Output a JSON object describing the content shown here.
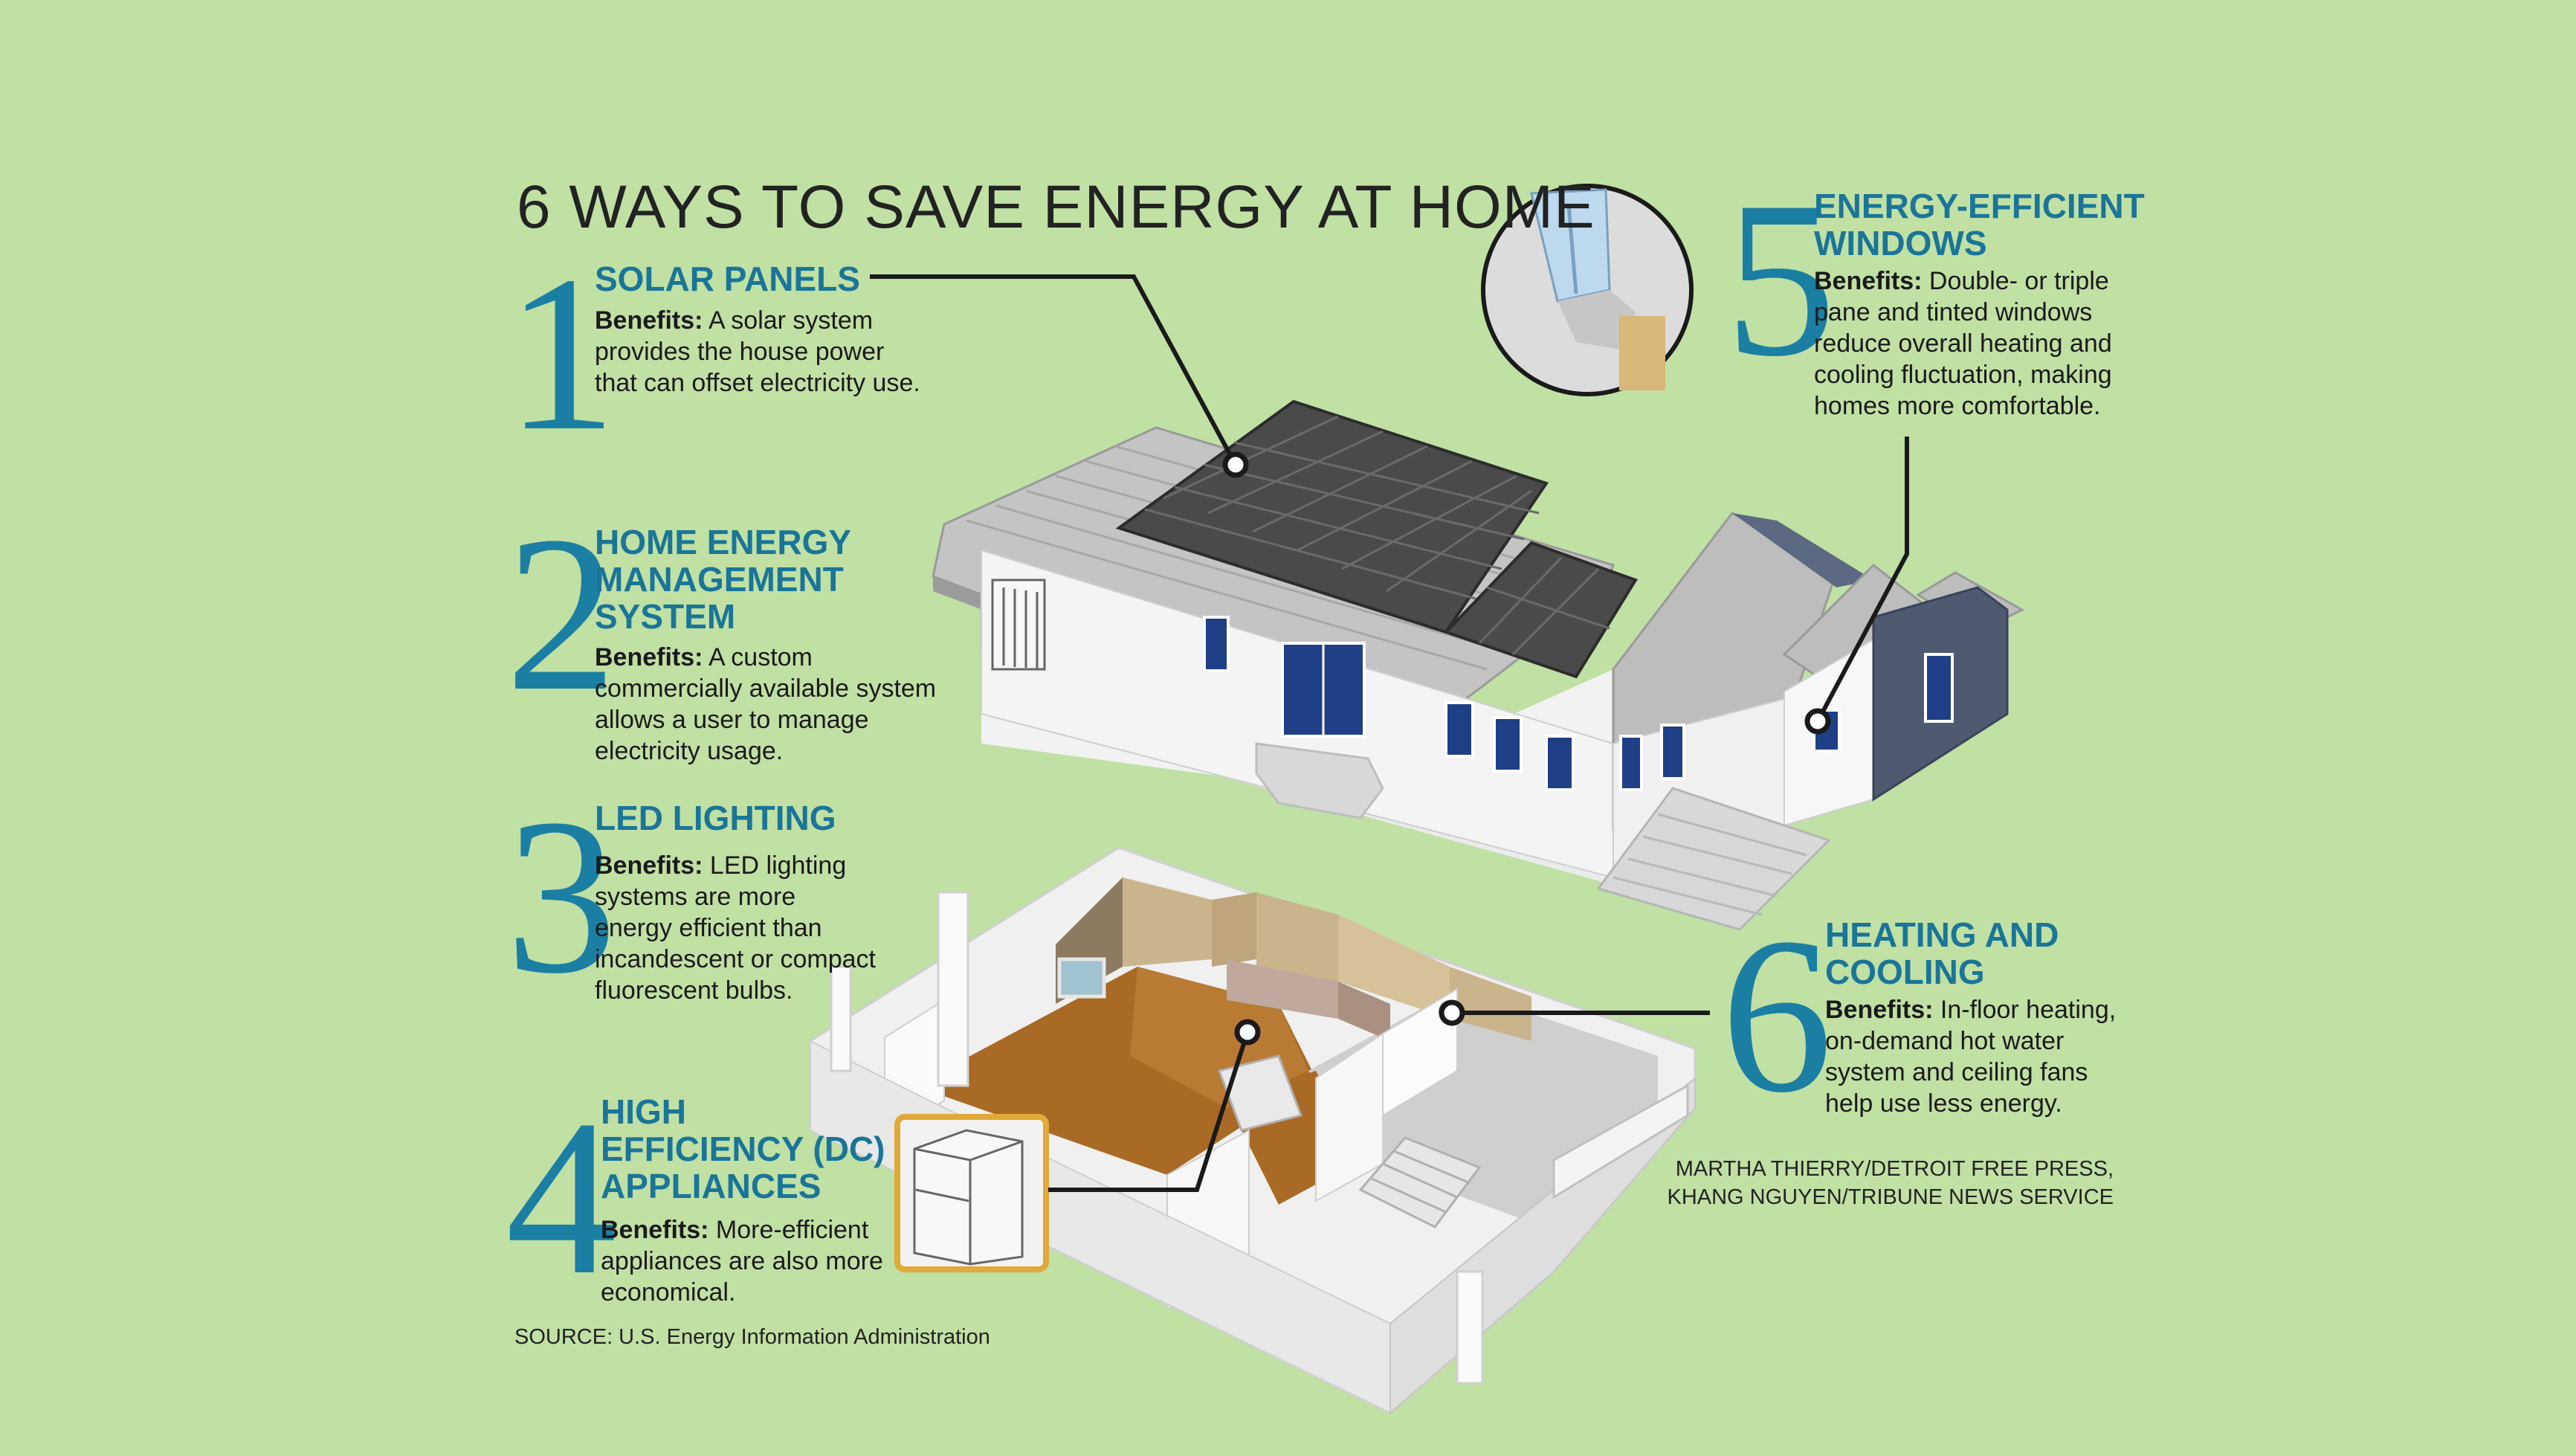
{
  "title": "6 WAYS TO SAVE ENERGY AT HOME",
  "colors": {
    "background": "#c0e0a4",
    "accent": "#1b7fa3"
  },
  "sections": [
    {
      "number": "1",
      "title": "SOLAR PANELS",
      "benefits_label": "Benefits:",
      "body": "A solar system provides the house power that can offset electricity use."
    },
    {
      "number": "2",
      "title": "HOME ENERGY MANAGEMENT SYSTEM",
      "benefits_label": "Benefits:",
      "body": "A custom commercially available system allows a user to manage electricity usage."
    },
    {
      "number": "3",
      "title": "LED LIGHTING",
      "benefits_label": "Benefits:",
      "body": "LED lighting systems are more energy efficient than incandescent or compact fluorescent bulbs."
    },
    {
      "number": "4",
      "title": "HIGH EFFICIENCY (DC) APPLIANCES",
      "benefits_label": "Benefits:",
      "body": "More-efficient appliances are also more economical."
    },
    {
      "number": "5",
      "title": "ENERGY-EFFICIENT WINDOWS",
      "benefits_label": "Benefits:",
      "body": "Double- or triple pane and tinted windows reduce overall heating and cooling fluctuation, making homes more comfortable."
    },
    {
      "number": "6",
      "title": "HEATING AND COOLING",
      "benefits_label": "Benefits:",
      "body": "In-floor heating, on-demand hot water system and ceiling fans help use less energy."
    }
  ],
  "source": "SOURCE: U.S. Energy Information Administration",
  "credit": {
    "line1": "MARTHA THIERRY/DETROIT FREE PRESS,",
    "line2": "KHANG NGUYEN/TRIBUNE NEWS SERVICE"
  },
  "icons": [
    "house-illustration",
    "solar-panel-array",
    "floor-plan-cutaway",
    "window-detail-inset",
    "refrigerator-inset"
  ]
}
